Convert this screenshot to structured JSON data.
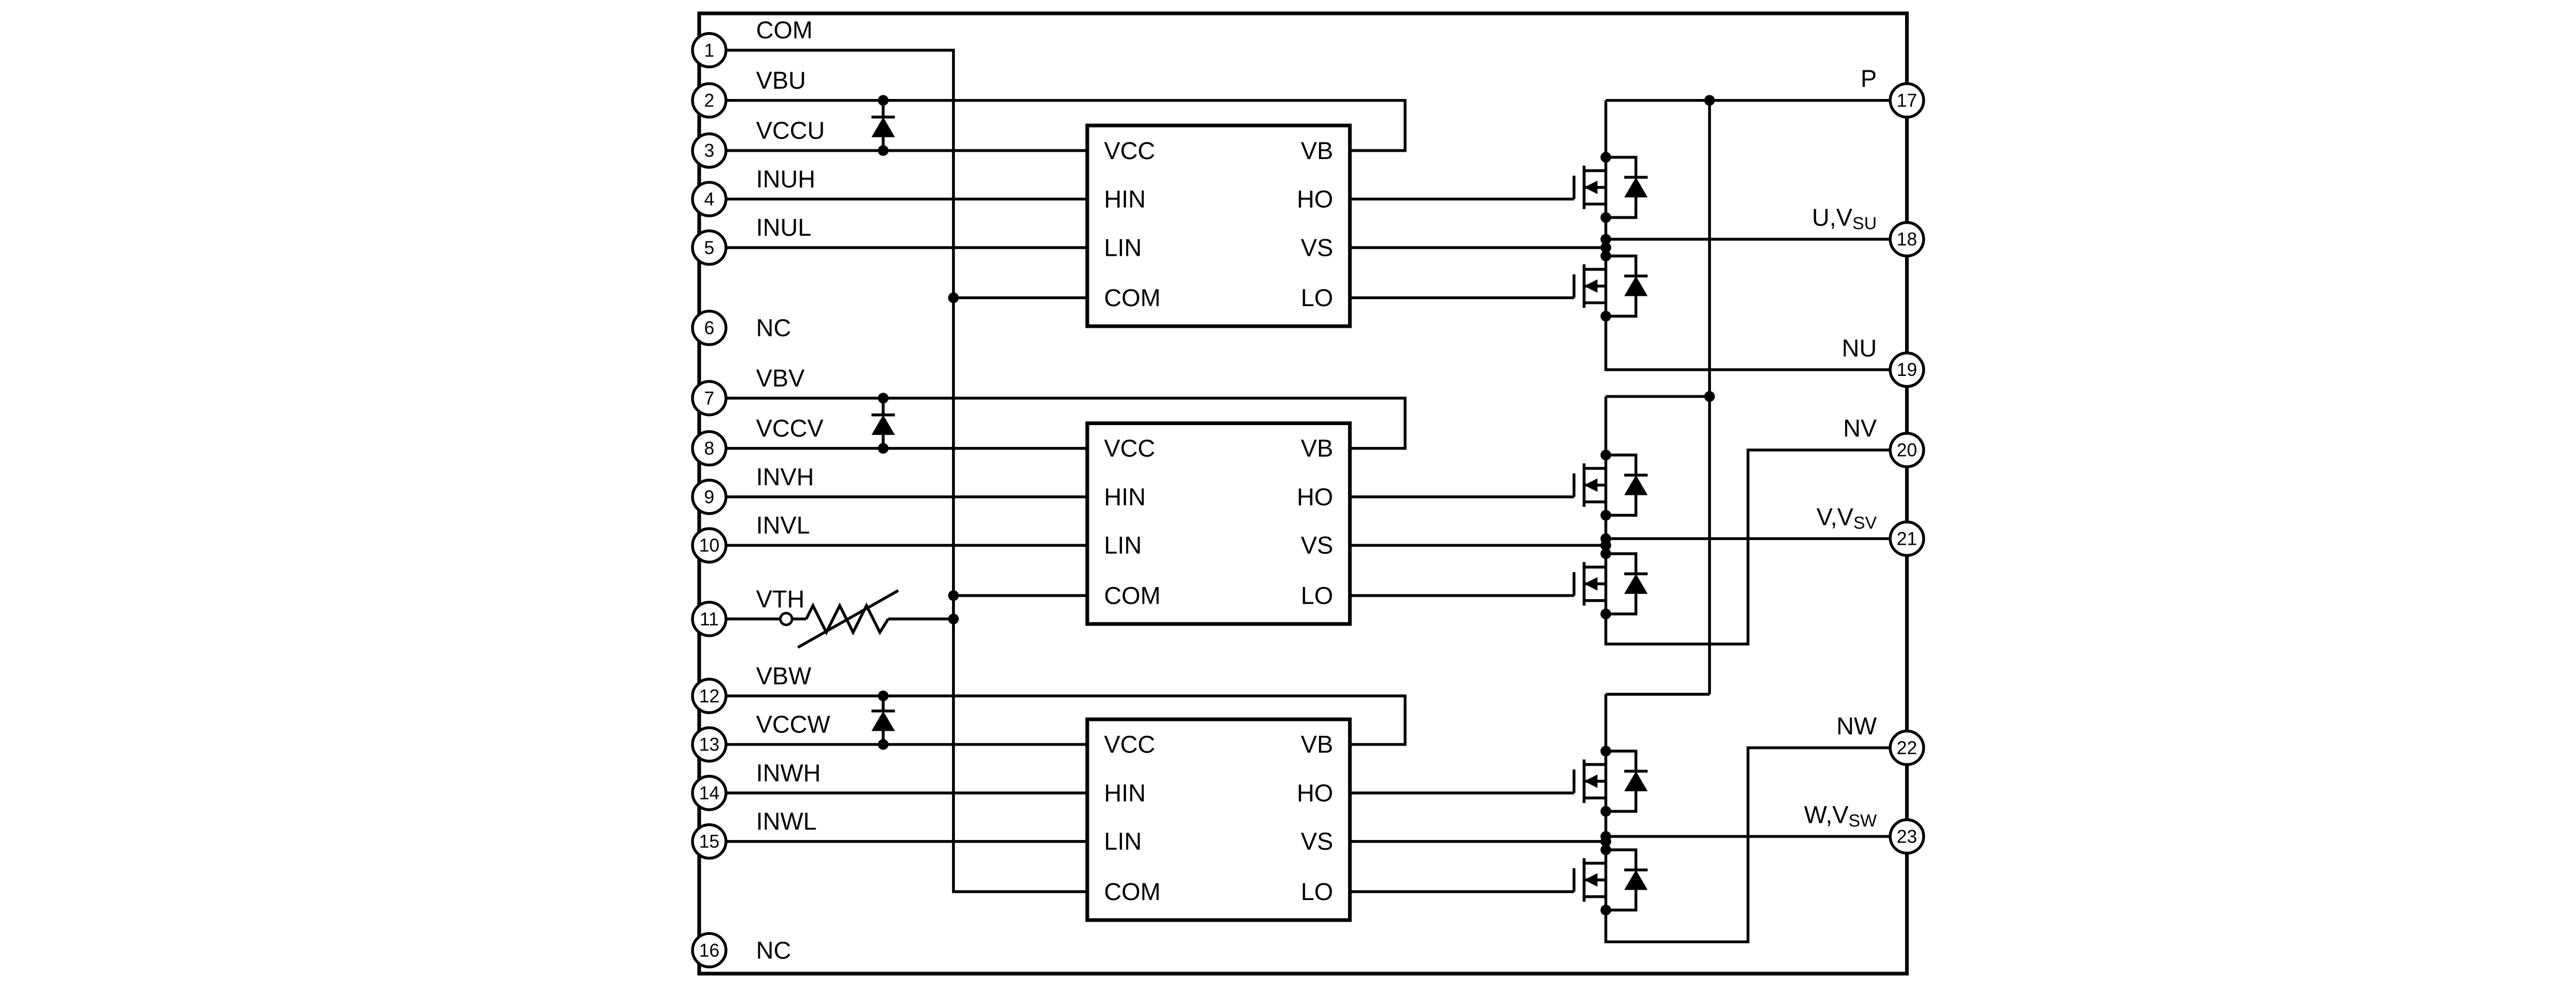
{
  "colors": {
    "background": "#ffffff",
    "line": "#000000"
  },
  "left_pins": [
    {
      "number": "1",
      "label": "COM"
    },
    {
      "number": "2",
      "label": "VBU"
    },
    {
      "number": "3",
      "label": "VCCU"
    },
    {
      "number": "4",
      "label": "INUH"
    },
    {
      "number": "5",
      "label": "INUL"
    },
    {
      "number": "6",
      "label": "NC"
    },
    {
      "number": "7",
      "label": "VBV"
    },
    {
      "number": "8",
      "label": "VCCV"
    },
    {
      "number": "9",
      "label": "INVH"
    },
    {
      "number": "10",
      "label": "INVL"
    },
    {
      "number": "11",
      "label": "VTH"
    },
    {
      "number": "12",
      "label": "VBW"
    },
    {
      "number": "13",
      "label": "VCCW"
    },
    {
      "number": "14",
      "label": "INWH"
    },
    {
      "number": "15",
      "label": "INWL"
    },
    {
      "number": "16",
      "label": "NC"
    }
  ],
  "right_pins": [
    {
      "number": "17",
      "label": "P",
      "sub": ""
    },
    {
      "number": "18",
      "label": "U,V",
      "sub": "SU"
    },
    {
      "number": "19",
      "label": "NU",
      "sub": ""
    },
    {
      "number": "20",
      "label": "NV",
      "sub": ""
    },
    {
      "number": "21",
      "label": "V,V",
      "sub": "SV"
    },
    {
      "number": "22",
      "label": "NW",
      "sub": ""
    },
    {
      "number": "23",
      "label": "W,V",
      "sub": "SW"
    }
  ],
  "driver_ics": [
    {
      "left": [
        "VCC",
        "HIN",
        "LIN",
        "COM"
      ],
      "right": [
        "VB",
        "HO",
        "VS",
        "LO"
      ]
    },
    {
      "left": [
        "VCC",
        "HIN",
        "LIN",
        "COM"
      ],
      "right": [
        "VB",
        "HO",
        "VS",
        "LO"
      ]
    },
    {
      "left": [
        "VCC",
        "HIN",
        "LIN",
        "COM"
      ],
      "right": [
        "VB",
        "HO",
        "VS",
        "LO"
      ]
    }
  ]
}
